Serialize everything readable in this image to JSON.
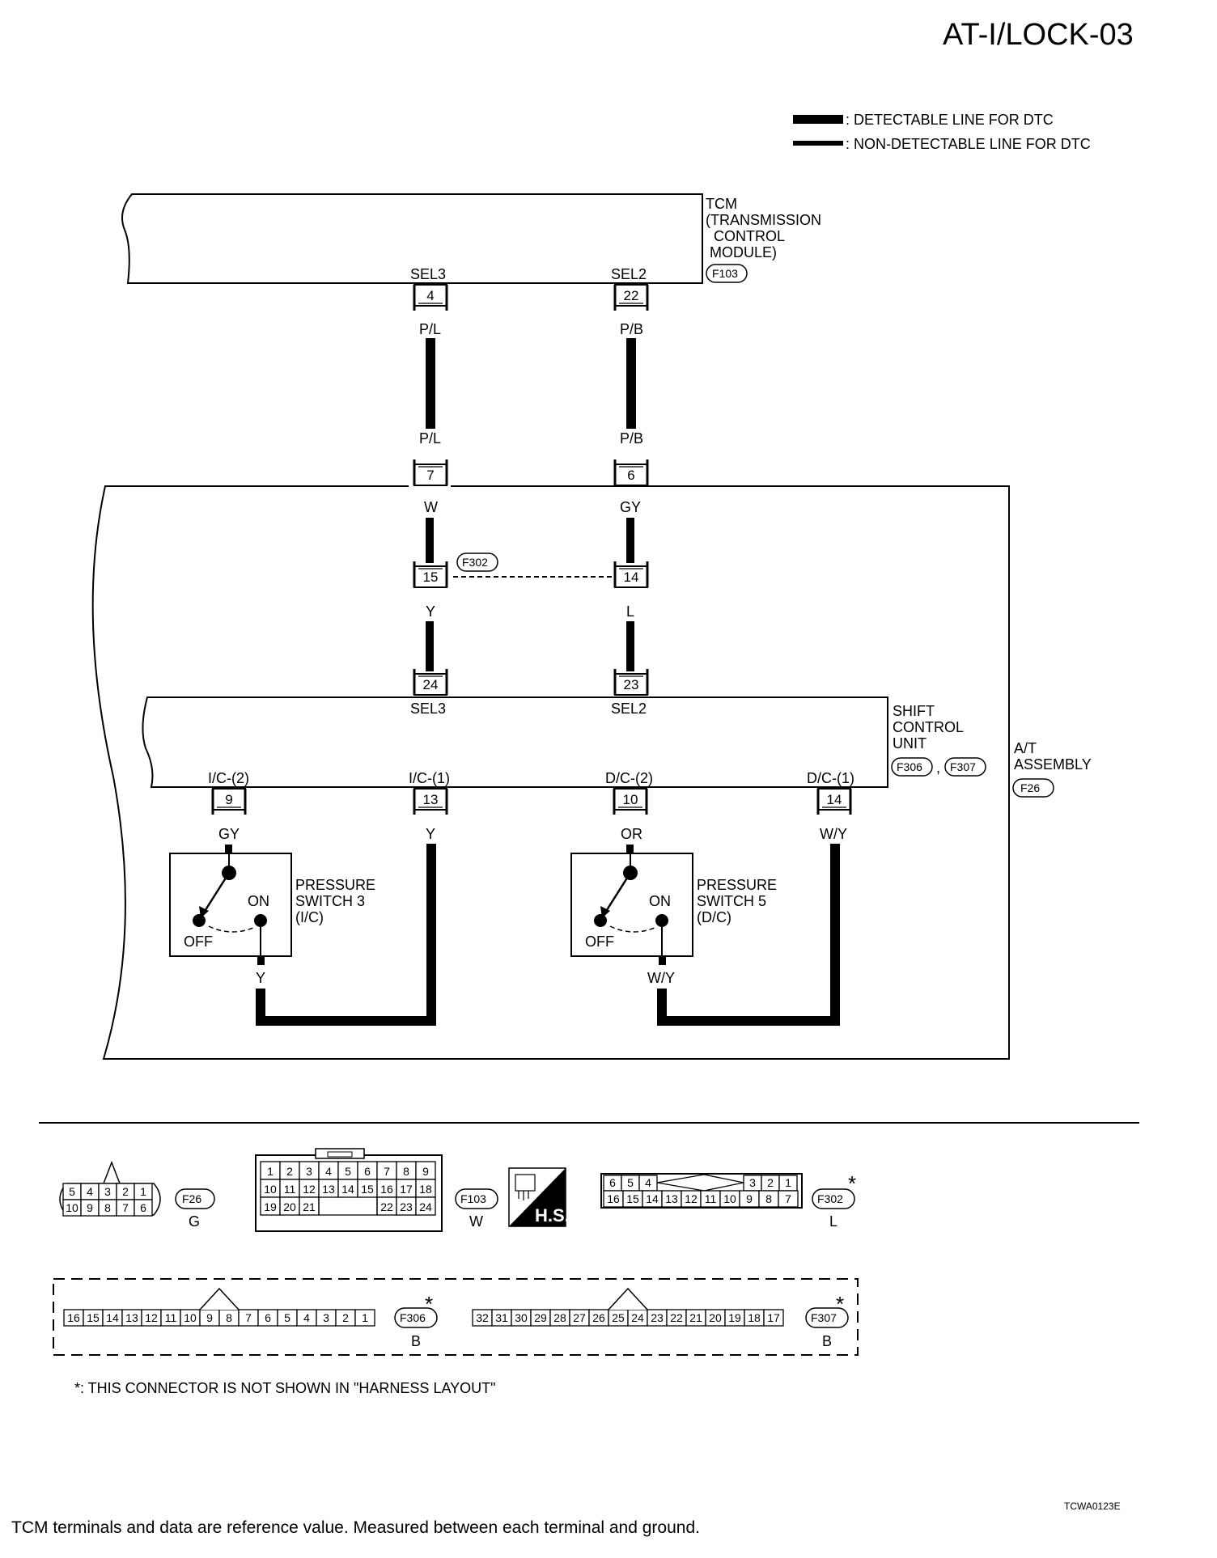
{
  "page_title": "AT-I/LOCK-03",
  "legend": {
    "detectable": ": DETECTABLE LINE FOR DTC",
    "non_detectable": ": NON-DETECTABLE LINE FOR DTC"
  },
  "tcm": {
    "label_line1": "TCM",
    "label_line2": "(TRANSMISSION",
    "label_line3": "CONTROL",
    "label_line4": "MODULE)",
    "connector": "F103",
    "pin_sel3_name": "SEL3",
    "pin_sel3_no": "4",
    "pin_sel2_name": "SEL2",
    "pin_sel2_no": "22"
  },
  "wires": {
    "w1_top": "P/L",
    "w2_top": "P/B",
    "w1_bottom": "P/L",
    "w2_bottom": "P/B",
    "w1_mid": "W",
    "w2_mid": "GY",
    "w1_low": "Y",
    "w2_low": "L"
  },
  "at_assembly": {
    "label_line1": "A/T",
    "label_line2": "ASSEMBLY",
    "connector": "F26",
    "pin7": "7",
    "pin6": "6"
  },
  "f302": {
    "connector": "F302",
    "pin15": "15",
    "pin14": "14"
  },
  "scu": {
    "label_line1": "SHIFT",
    "label_line2": "CONTROL",
    "label_line3": "UNIT",
    "connector_a": "F306",
    "connector_sep": ",",
    "connector_b": "F307",
    "pin24": "24",
    "pin23": "23",
    "sel3": "SEL3",
    "sel2": "SEL2",
    "ic2": "I/C-(2)",
    "ic1": "I/C-(1)",
    "dc2": "D/C-(2)",
    "dc1": "D/C-(1)",
    "pin9": "9",
    "pin13": "13",
    "pin10": "10",
    "pin14": "14",
    "w9": "GY",
    "w13": "Y",
    "w10": "OR",
    "w14": "W/Y"
  },
  "ps3": {
    "line1": "PRESSURE",
    "line2": "SWITCH 3",
    "line3": "(I/C)",
    "on": "ON",
    "off": "OFF",
    "wire_out": "Y"
  },
  "ps5": {
    "line1": "PRESSURE",
    "line2": "SWITCH 5",
    "line3": "(D/C)",
    "on": "ON",
    "off": "OFF",
    "wire_out": "W/Y"
  },
  "connectors": {
    "f26": {
      "name": "F26",
      "color": "G",
      "top": [
        "5",
        "4",
        "3",
        "2",
        "1"
      ],
      "bottom": [
        "10",
        "9",
        "8",
        "7",
        "6"
      ]
    },
    "f103": {
      "name": "F103",
      "color": "W",
      "row1": [
        "1",
        "2",
        "3",
        "4",
        "5",
        "6",
        "7",
        "8",
        "9"
      ],
      "row2": [
        "10",
        "11",
        "12",
        "13",
        "14",
        "15",
        "16",
        "17",
        "18"
      ],
      "row3a": [
        "19",
        "20",
        "21"
      ],
      "row3b": [
        "22",
        "23",
        "24"
      ]
    },
    "hs": {
      "label": "H.S."
    },
    "f302": {
      "name": "F302",
      "color": "L",
      "star": "*",
      "top_left": [
        "6",
        "5",
        "4"
      ],
      "top_right": [
        "3",
        "2",
        "1"
      ],
      "bottom": [
        "16",
        "15",
        "14",
        "13",
        "12",
        "11",
        "10",
        "9",
        "8",
        "7"
      ]
    },
    "f306": {
      "name": "F306",
      "color": "B",
      "star": "*",
      "pins": [
        "16",
        "15",
        "14",
        "13",
        "12",
        "11",
        "10",
        "9",
        "8",
        "7",
        "6",
        "5",
        "4",
        "3",
        "2",
        "1"
      ]
    },
    "f307": {
      "name": "F307",
      "color": "B",
      "star": "*",
      "pins": [
        "32",
        "31",
        "30",
        "29",
        "28",
        "27",
        "26",
        "25",
        "24",
        "23",
        "22",
        "21",
        "20",
        "19",
        "18",
        "17"
      ]
    }
  },
  "footnote": "*: THIS CONNECTOR IS NOT SHOWN IN \"HARNESS LAYOUT\"",
  "ref_code": "TCWA0123E",
  "bottom_note": "TCM terminals and data are reference value. Measured between each terminal and ground."
}
